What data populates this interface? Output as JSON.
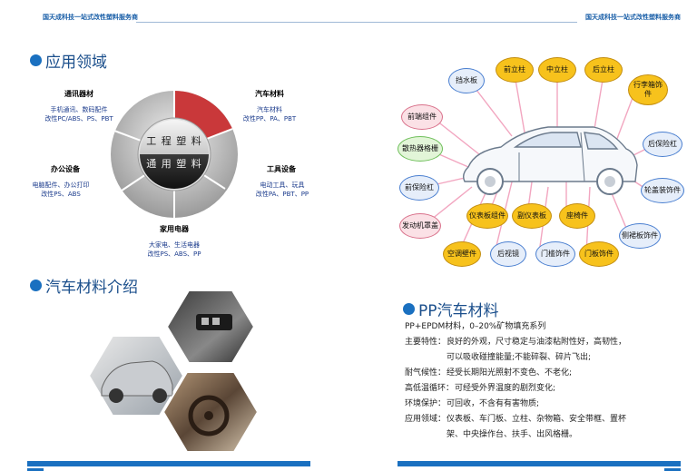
{
  "left": {
    "brand": "国天成科技一站式改性塑料服务商",
    "section1_title": "应用领域",
    "wheel": {
      "inner_top": "工 程 塑 料",
      "inner_bottom": "通 用 塑 料"
    },
    "categories": [
      {
        "title": "通讯器材",
        "lines": [
          "手机通讯、数码配件",
          "改性PC/ABS、PS、PBT"
        ]
      },
      {
        "title": "汽车材料",
        "lines": [
          "汽车材料",
          "改性PP、PA、PBT"
        ]
      },
      {
        "title": "办公设备",
        "lines": [
          "电脑配件、办公打印",
          "改性PS、ABS"
        ]
      },
      {
        "title": "工具设备",
        "lines": [
          "电动工具、玩具",
          "改性PA、PBT、PP"
        ]
      },
      {
        "title": "家用电器",
        "lines": [
          "大家电、生活电器",
          "改性PS、ABS、PP"
        ]
      }
    ],
    "section2_title": "汽车材料介绍"
  },
  "right": {
    "brand": "国天成科技一站式改性塑料服务商",
    "parts": [
      "挡水板",
      "前立柱",
      "中立柱",
      "后立柱",
      "行李箱饰件",
      "前端组件",
      "后保险杠",
      "散热器格栅",
      "轮盖装饰件",
      "前保险杠",
      "仪表板组件",
      "副仪表板",
      "座椅件",
      "发动机罩盖",
      "侧裙板饰件",
      "空调壁件",
      "后视镜",
      "门槛饰件",
      "门板饰件"
    ],
    "section_title": "PP汽车材料",
    "intro": "PP+EPDM材料，0–20%矿物填充系列",
    "props": [
      {
        "label": "主要特性：",
        "lines": [
          "良好的外观，尺寸稳定与油漆粘附性好，高韧性，",
          "可以吸收碰撞能量;不能碎裂、碎片飞出;"
        ]
      },
      {
        "label": "耐气候性：",
        "lines": [
          "经受长期阳光照射不变色、不老化;"
        ]
      },
      {
        "label": "高低温循环：",
        "lines": [
          "可经受外界温度的剧烈变化;"
        ]
      },
      {
        "label": "环境保护：",
        "lines": [
          "可回收，不含有有害物质;"
        ]
      },
      {
        "label": "应用领域：",
        "lines": [
          "仪表板、车门板、立柱、杂物箱、安全带框、置杯",
          "架、中央操作台、扶手、出风格栅。"
        ]
      }
    ]
  }
}
